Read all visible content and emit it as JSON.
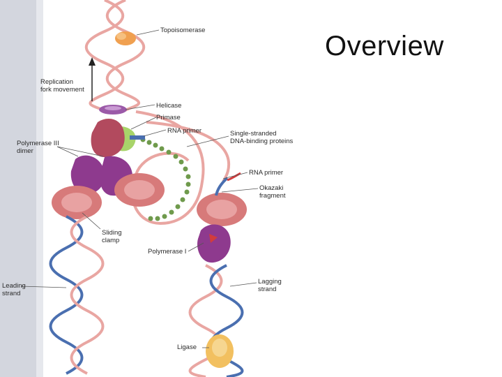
{
  "slide": {
    "title": "Overview"
  },
  "figure": {
    "labels": {
      "topoisomerase": "Topoisomerase",
      "replication_fork_movement": "Replication\nfork movement",
      "helicase": "Helicase",
      "primase": "Primase",
      "rna_primer_top": "RNA primer",
      "ssb_proteins": "Single-stranded\nDNA-binding proteins",
      "polymerase_iii_dimer": "Polymerase III\ndimer",
      "rna_primer_lagging": "RNA primer",
      "okazaki_fragment": "Okazaki\nfragment",
      "sliding_clamp": "Sliding\nclamp",
      "polymerase_i": "Polymerase I",
      "leading_strand": "Leading\nstrand",
      "lagging_strand": "Lagging\nstrand",
      "ligase": "Ligase"
    },
    "colors": {
      "strand_pink": "#e9a6a2",
      "strand_blue": "#4a6fb0",
      "topoisomerase": "#f0a050",
      "helicase": "#9b5aa8",
      "primase": "#a8d46a",
      "polymerase_iii": "#8e3a8e",
      "sliding_clamp": "#d77a7a",
      "ssb": "#6f9a4c",
      "polymerase_i": "#8e3a8e",
      "ligase": "#f2c060",
      "page_edge": "#c9ccd6"
    }
  }
}
